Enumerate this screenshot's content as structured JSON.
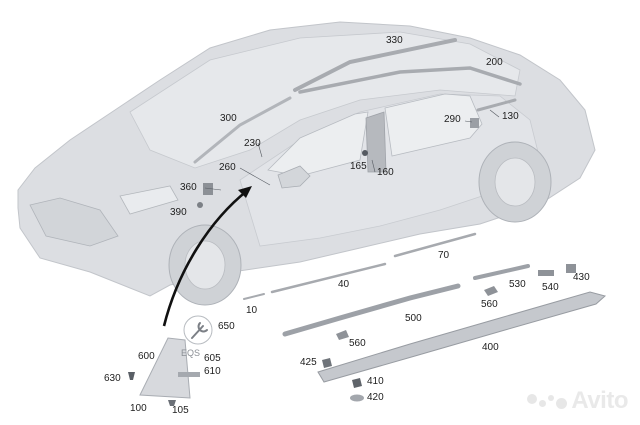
{
  "diagram": {
    "callouts": [
      "330",
      "200",
      "300",
      "230",
      "260",
      "290",
      "130",
      "165",
      "160",
      "360",
      "390",
      "70",
      "40",
      "10",
      "430",
      "530",
      "540",
      "560",
      "500",
      "650",
      "600",
      "605",
      "610",
      "630",
      "425",
      "560",
      "410",
      "420",
      "400",
      "100",
      "105"
    ]
  },
  "watermark": {
    "text": "Avito"
  },
  "colors": {
    "car_body": "#dcdee2",
    "trim": "#a8abb0",
    "label": "#1e1e1e",
    "arrow": "#111111"
  }
}
